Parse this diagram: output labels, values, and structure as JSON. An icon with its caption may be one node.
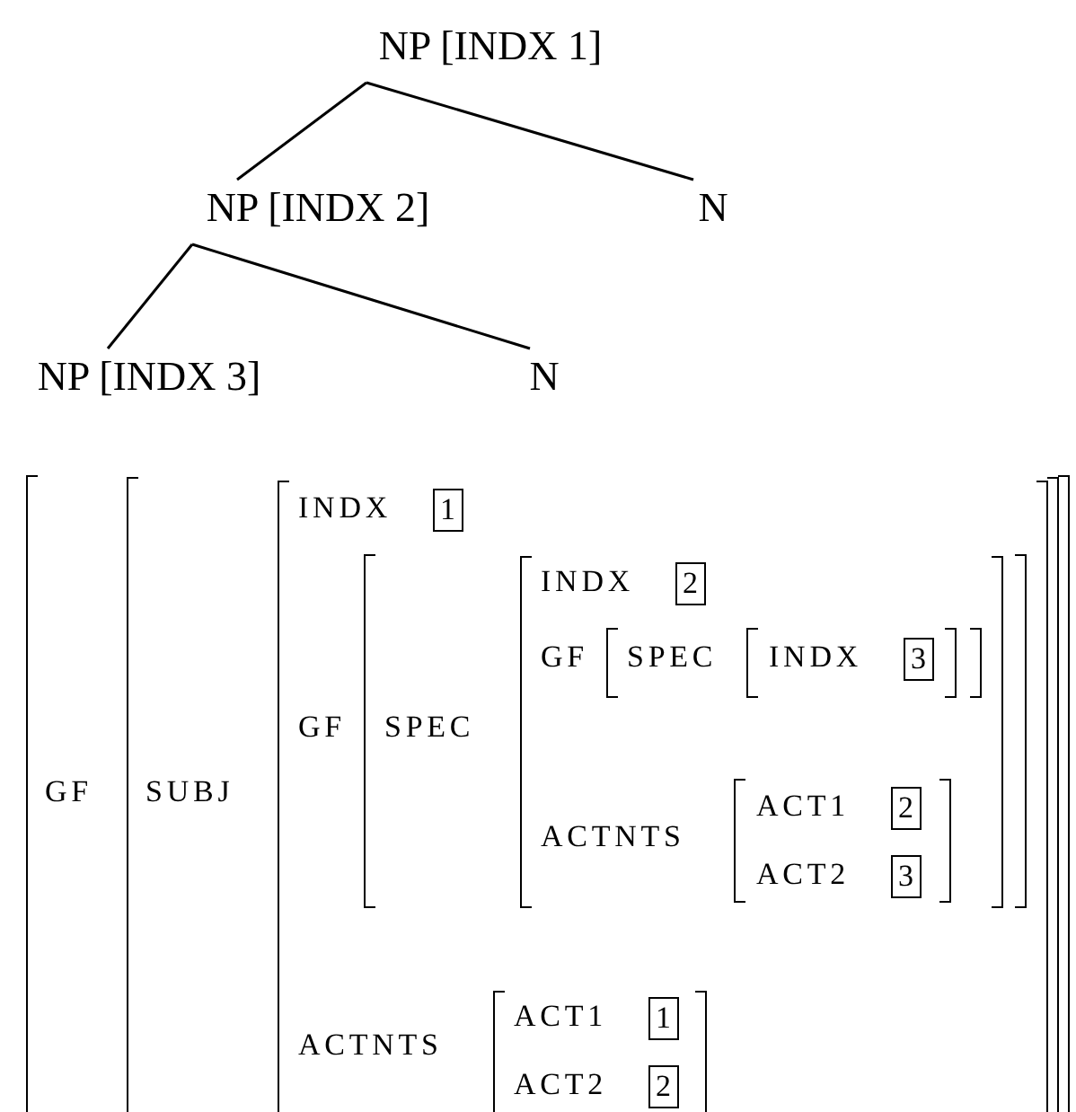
{
  "diagram": {
    "nodes": [
      {
        "text": [
          "NP [INDX 1]"
        ]
      },
      {
        "text": [
          "NP [INDX 2]"
        ]
      },
      {
        "text": [
          "N"
        ]
      },
      {
        "text": [
          "NP [INDX 3]"
        ]
      },
      {
        "text": [
          "N"
        ]
      }
    ],
    "edges": [
      {
        "from": 0,
        "to": 1,
        "arrow": "none"
      },
      {
        "from": 0,
        "to": 2,
        "arrow": "none"
      },
      {
        "from": 1,
        "to": 3,
        "arrow": "none"
      },
      {
        "from": 1,
        "to": 4,
        "arrow": "none"
      }
    ],
    "labels": [
      "GF",
      "SUBJ",
      "INDX",
      "1",
      "GF",
      "SPEC",
      "INDX",
      "2",
      "GF",
      "SPEC",
      "INDX",
      "3",
      "ACTNTS",
      "ACT1",
      "2",
      "ACT2",
      "3",
      "ACTNTS",
      "ACT1",
      "1",
      "ACT2",
      "2"
    ]
  }
}
